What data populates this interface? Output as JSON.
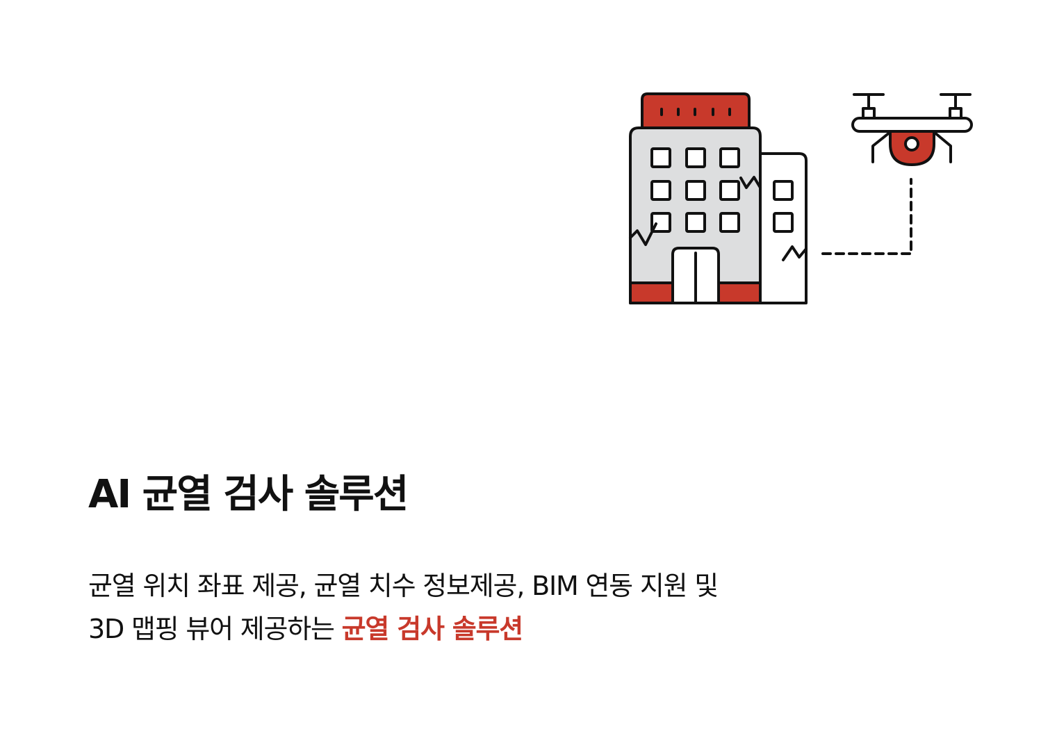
{
  "colors": {
    "accent": "#c8392b",
    "text": "#111111",
    "building_fill": "#dddedf",
    "outline": "#111111",
    "background": "#ffffff"
  },
  "illustration": {
    "icons": [
      "building-icon",
      "drone-icon"
    ]
  },
  "title": "AI 균열 검사 솔루션",
  "description": {
    "line1": "균열 위치 좌표 제공, 균열 치수 정보제공, BIM 연동 지원 및",
    "line2_prefix": "3D 맵핑 뷰어 제공하는 ",
    "line2_highlight": "균열 검사 솔루션"
  }
}
